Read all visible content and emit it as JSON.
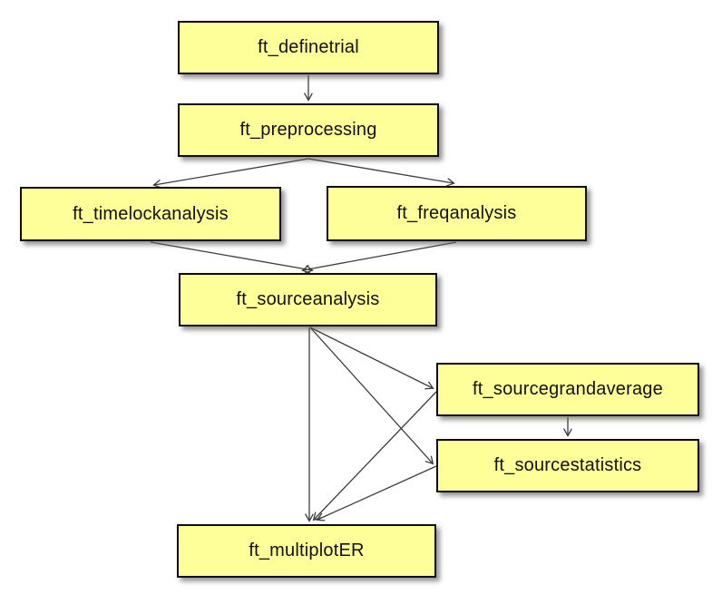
{
  "diagram": {
    "background_color": "#ffffff",
    "node_fill_color": "#ffff99",
    "node_border_color": "#0d0d0d",
    "arrow_color": "#3d3d3d",
    "nodes": [
      {
        "id": "definetrial",
        "label": "ft_definetrial"
      },
      {
        "id": "preprocessing",
        "label": "ft_preprocessing"
      },
      {
        "id": "timelockanalysis",
        "label": "ft_timelockanalysis"
      },
      {
        "id": "freqanalysis",
        "label": "ft_freqanalysis"
      },
      {
        "id": "sourceanalysis",
        "label": "ft_sourceanalysis"
      },
      {
        "id": "sourcegrandaverage",
        "label": "ft_sourcegrandaverage"
      },
      {
        "id": "sourcestatistics",
        "label": "ft_sourcestatistics"
      },
      {
        "id": "multiplotER",
        "label": "ft_multiplotER"
      }
    ],
    "edges": [
      {
        "from": "ft_definetrial",
        "to": "ft_preprocessing"
      },
      {
        "from": "ft_preprocessing",
        "to": "ft_timelockanalysis"
      },
      {
        "from": "ft_preprocessing",
        "to": "ft_freqanalysis"
      },
      {
        "from": "ft_timelockanalysis",
        "to": "ft_sourceanalysis"
      },
      {
        "from": "ft_freqanalysis",
        "to": "ft_sourceanalysis"
      },
      {
        "from": "ft_sourceanalysis",
        "to": "ft_sourcegrandaverage"
      },
      {
        "from": "ft_sourceanalysis",
        "to": "ft_sourcestatistics"
      },
      {
        "from": "ft_sourceanalysis",
        "to": "ft_multiplotER"
      },
      {
        "from": "ft_sourcegrandaverage",
        "to": "ft_sourcestatistics"
      },
      {
        "from": "ft_sourcegrandaverage",
        "to": "ft_multiplotER"
      },
      {
        "from": "ft_sourcestatistics",
        "to": "ft_multiplotER"
      }
    ]
  }
}
